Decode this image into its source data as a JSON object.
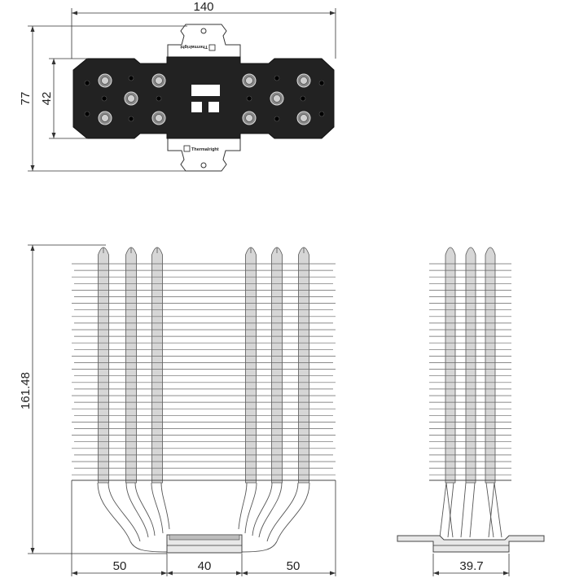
{
  "top_view": {
    "brand_label": "Thermalright",
    "dims": {
      "width": "140",
      "height_outer": "77",
      "height_inner": "42"
    }
  },
  "front_view": {
    "dims": {
      "height": "161.48",
      "left": "50",
      "center": "40",
      "right": "50"
    },
    "heatpipe_count": 6,
    "fin_count": 33
  },
  "side_view": {
    "dims": {
      "depth": "39.7"
    },
    "heatpipe_count": 3
  }
}
